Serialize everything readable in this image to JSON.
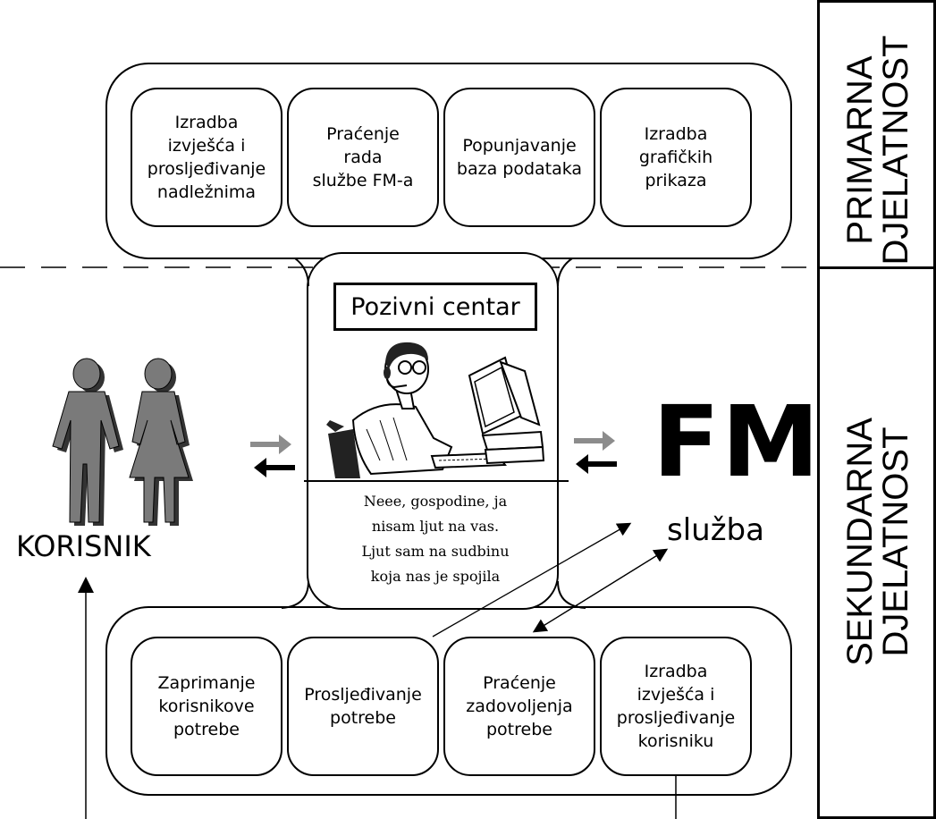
{
  "sections": {
    "primary_label": "PRIMARNA\nDJELATNOST",
    "secondary_label": "SEKUNDARNA\nDJELATNOST"
  },
  "primary_tasks": [
    "Izradba\nizvješća i\nprosljeđivanje\nnadležnima",
    "Praćenje\nrada\nslužbe FM-a",
    "Popunjavanje\nbaza podataka",
    "Izradba\ngrafičkih\nprikaza"
  ],
  "secondary_tasks": [
    "Zaprimanje\nkorisnikove\npotrebe",
    "Prosljeđivanje\npotrebe",
    "Praćenje\nzadovoljenja\npotrebe",
    "Izradba\nizvješća i\nprosljeđivanje\nkorisniku"
  ],
  "call_center": {
    "title": "Pozivni centar",
    "quote": "Neee, gospodine, ja\nnisam ljut na vas.\nLjut sam na sudbinu\nkoja nas je spojila"
  },
  "user_label": "KORISNIK",
  "fm": {
    "big": "FM",
    "small": "služba"
  },
  "colors": {
    "line": "#000000",
    "figure": "#7a7a7a",
    "arrow_gray": "#8c8c8c"
  }
}
